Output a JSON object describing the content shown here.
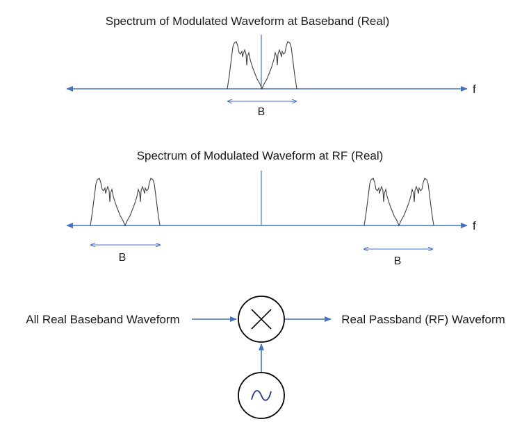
{
  "colors": {
    "line": "#4472c4",
    "text": "#1a1a1a",
    "wave": "#1f3a93",
    "outline": "#000000"
  },
  "panel_baseband": {
    "title": "Spectrum of Modulated Waveform at Baseband (Real)",
    "axis_label": "f",
    "bandwidth_label": "B"
  },
  "panel_rf": {
    "title": "Spectrum of Modulated Waveform at RF (Real)",
    "axis_label": "f",
    "bandwidth_label_left": "B",
    "bandwidth_label_right": "B"
  },
  "mixer_block": {
    "input_label": "All Real Baseband Waveform",
    "output_label": "Real Passband (RF) Waveform",
    "mixer_icon": "multiply-x-icon",
    "oscillator_icon": "sine-wave-icon"
  }
}
